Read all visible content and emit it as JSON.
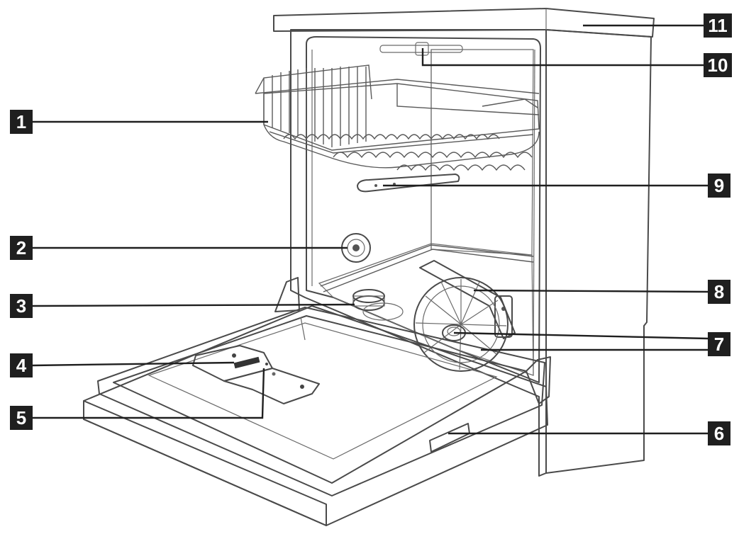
{
  "callouts": [
    {
      "id": "1",
      "label": "1"
    },
    {
      "id": "2",
      "label": "2"
    },
    {
      "id": "3",
      "label": "3"
    },
    {
      "id": "4",
      "label": "4"
    },
    {
      "id": "5",
      "label": "5"
    },
    {
      "id": "6",
      "label": "6"
    },
    {
      "id": "7",
      "label": "7"
    },
    {
      "id": "8",
      "label": "8"
    },
    {
      "id": "9",
      "label": "9"
    },
    {
      "id": "10",
      "label": "10"
    },
    {
      "id": "11",
      "label": "11"
    }
  ],
  "colors": {
    "callout_fill": "#1f1f1f",
    "callout_text": "#ffffff",
    "body_light": "#ececec",
    "body_shade": "#d4d4d4",
    "interior": "#c9c9c9"
  }
}
